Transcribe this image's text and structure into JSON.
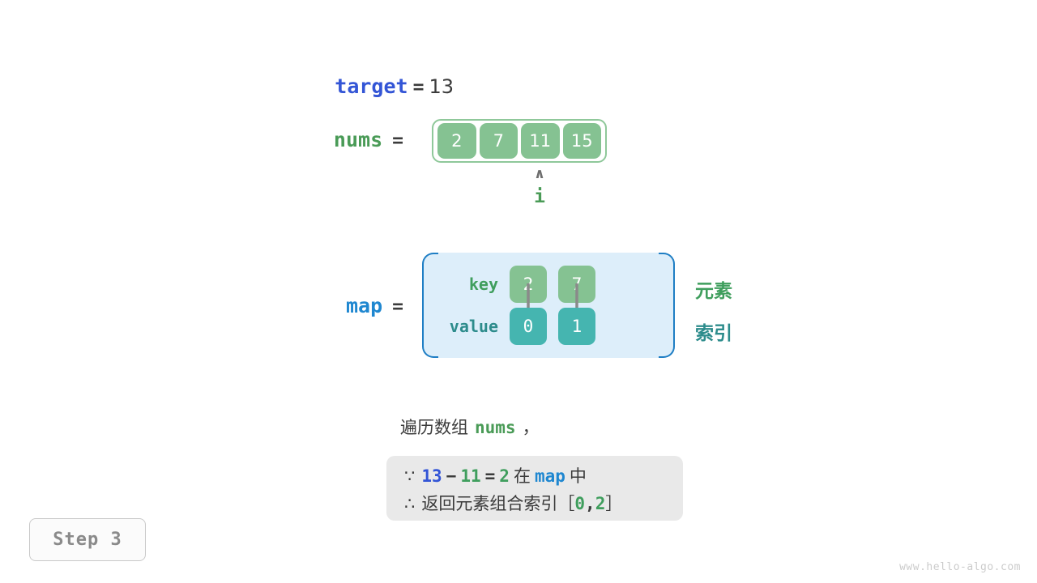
{
  "target": {
    "name": "target",
    "equals": "=",
    "value": "13"
  },
  "nums": {
    "name": "nums",
    "equals": "=",
    "cells": [
      "2",
      "7",
      "11",
      "15"
    ],
    "pointer": {
      "caret": "∧",
      "label": "i",
      "index": 2
    }
  },
  "map": {
    "name": "map",
    "equals": "=",
    "key_label": "key",
    "value_label": "value",
    "keys": [
      "2",
      "7"
    ],
    "values": [
      "0",
      "1"
    ],
    "legend_key": "元素",
    "legend_value": "索引"
  },
  "caption": {
    "prefix": "遍历数组",
    "code": "nums",
    "suffix": "，"
  },
  "reasoning": {
    "line1": {
      "symbol": "∵",
      "a": "13",
      "minus": "−",
      "b": "11",
      "eq": "=",
      "c": "2",
      "in": "在",
      "map": "map",
      "zhong": "中"
    },
    "line2": {
      "symbol": "∴",
      "text": "返回元素组合索引",
      "bracket_open": "［",
      "i1": "0",
      "comma": ",",
      "i2": "2",
      "bracket_close": "］"
    }
  },
  "step_badge": "Step 3",
  "watermark": "www.hello-algo.com",
  "colors": {
    "var_blue": "#3355d6",
    "map_blue": "#1f87d0",
    "green": "#4a9b57",
    "cell_green": "#85c292",
    "cell_teal": "#45b5b0",
    "map_bg": "#ddeefa",
    "map_border": "#1f7ec4",
    "box_gray": "#e9e9e9"
  }
}
